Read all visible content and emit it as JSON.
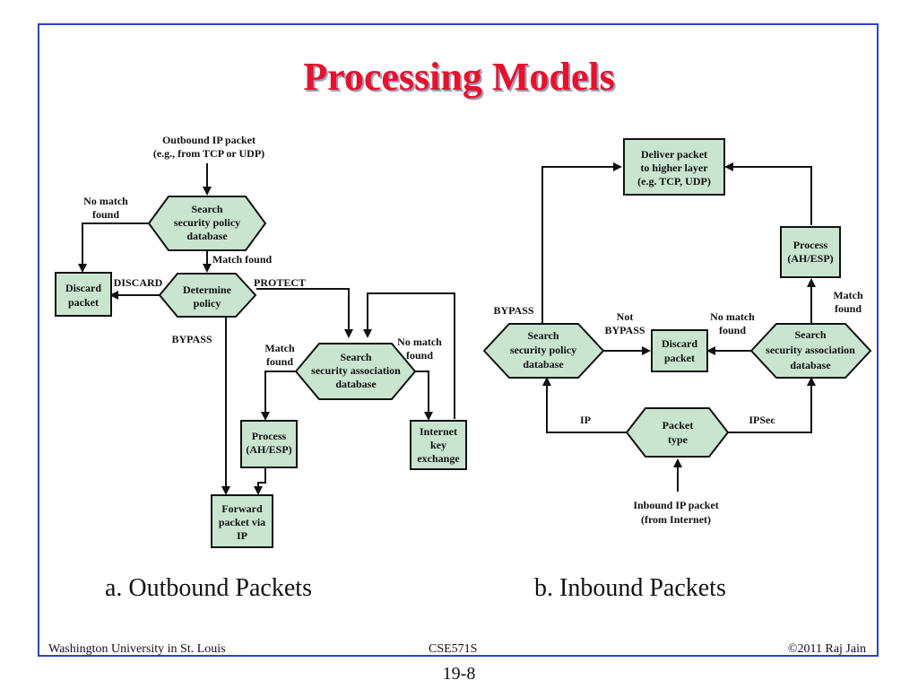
{
  "title": "Processing Models",
  "outbound": {
    "input": [
      "Outbound IP packet",
      "(e.g., from TCP or UDP)"
    ],
    "spd": [
      "Search",
      "security policy",
      "database"
    ],
    "no_match": [
      "No match",
      "found"
    ],
    "discard": [
      "Discard",
      "packet"
    ],
    "match_found": "Match found",
    "discard_label": "DISCARD",
    "determine": [
      "Determine",
      "policy"
    ],
    "protect_label": "PROTECT",
    "bypass_label": "BYPASS",
    "sad": [
      "Search",
      "security association",
      "database"
    ],
    "sad_match": [
      "Match",
      "found"
    ],
    "sad_no_match": [
      "No match",
      "found"
    ],
    "process": [
      "Process",
      "(AH/ESP)"
    ],
    "ike": [
      "Internet",
      "key",
      "exchange"
    ],
    "forward": [
      "Forward",
      "packet via",
      "IP"
    ]
  },
  "inbound": {
    "deliver": [
      "Deliver packet",
      "to higher layer",
      "(e.g. TCP, UDP)"
    ],
    "process": [
      "Process",
      "(AH/ESP)"
    ],
    "bypass_label": "BYPASS",
    "not_bypass": [
      "Not",
      "BYPASS"
    ],
    "no_match": [
      "No match",
      "found"
    ],
    "match": [
      "Match",
      "found"
    ],
    "spd": [
      "Search",
      "security policy",
      "database"
    ],
    "discard": [
      "Discard",
      "packet"
    ],
    "sad": [
      "Search",
      "security association",
      "database"
    ],
    "ip_label": "IP",
    "ipsec_label": "IPSec",
    "packet_type": [
      "Packet",
      "type"
    ],
    "input": [
      "Inbound IP packet",
      "(from Internet)"
    ]
  },
  "captions": {
    "left": "a. Outbound Packets",
    "right": "b. Inbound Packets"
  },
  "footer": {
    "left": "Washington University in St. Louis",
    "center": "CSE571S",
    "right": "©2011 Raj Jain",
    "page": "19-8"
  }
}
